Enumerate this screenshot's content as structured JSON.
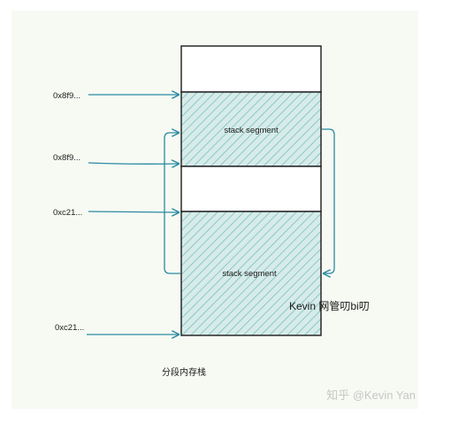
{
  "colors": {
    "panel": "#f7faf3",
    "hatch_fill": "#d7ebe9",
    "hatch_line": "#76c1bd",
    "stroke": "#1b1b1b",
    "arrow": "#2a8aa1",
    "text": "#1b1b1b",
    "watermark": "#c7c7c7"
  },
  "diagram": {
    "addresses": [
      {
        "label": "0x8f9...",
        "target": "stack-top-1"
      },
      {
        "label": "0x8f9...",
        "target": "stack-seg-1"
      },
      {
        "label": "0xc21...",
        "target": "stack-top-2"
      },
      {
        "label": "0xc21...",
        "target": "stack-bottom-2"
      }
    ],
    "segments": [
      {
        "label": ""
      },
      {
        "label": "stack segment"
      },
      {
        "label": ""
      },
      {
        "label": "stack segment"
      }
    ],
    "caption": "分段内存栈",
    "author_tag": "Kevin 网管叨bi叨",
    "watermark": "知乎 @Kevin Yan"
  }
}
